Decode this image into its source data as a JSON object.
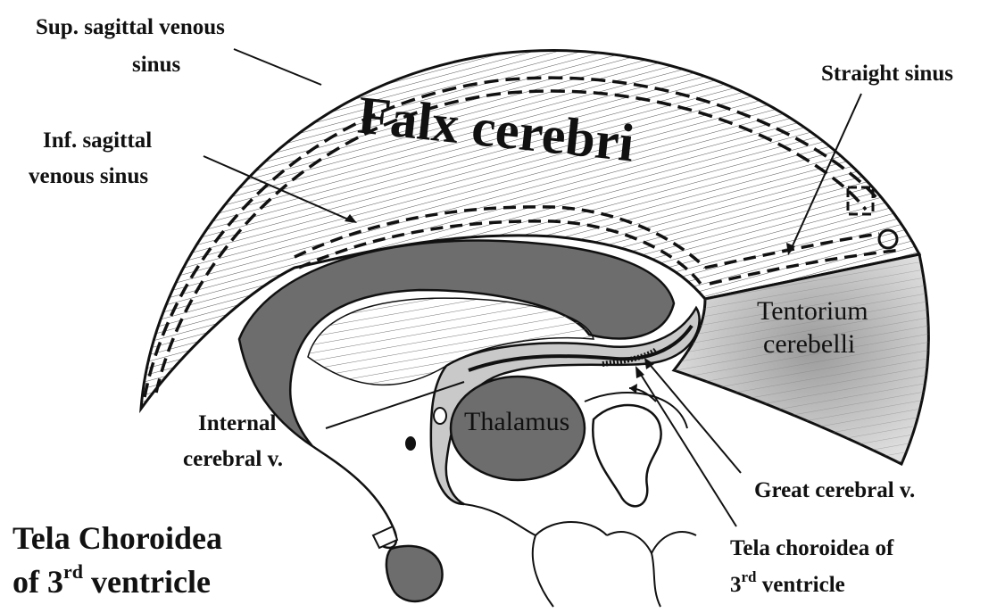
{
  "labels": {
    "sup_sagittal_1": "Sup. sagittal venous",
    "sup_sagittal_2": "sinus",
    "inf_sagittal_1": "Inf. sagittal",
    "inf_sagittal_2": "venous sinus",
    "straight_sinus": "Straight sinus",
    "falx_cerebri": "Falx cerebri",
    "tentorium_1": "Tentorium",
    "tentorium_2": "cerebelli",
    "thalamus": "Thalamus",
    "internal_1": "Internal",
    "internal_2": "cerebral v.",
    "great_cerebral": "Great cerebral v.",
    "tela_small_1": "Tela choroidea of",
    "tela_small_2_num": "3",
    "tela_small_2_sup": "rd",
    "tela_small_2_rest": " ventricle",
    "title_1": "Tela  Choroidea",
    "title_2_pre": "of 3",
    "title_2_sup": "rd",
    "title_2_rest": " ventricle"
  },
  "colors": {
    "ink": "#111111",
    "shade": "#6d6d6d",
    "light_shade": "#c9c9c9",
    "background": "#ffffff"
  }
}
